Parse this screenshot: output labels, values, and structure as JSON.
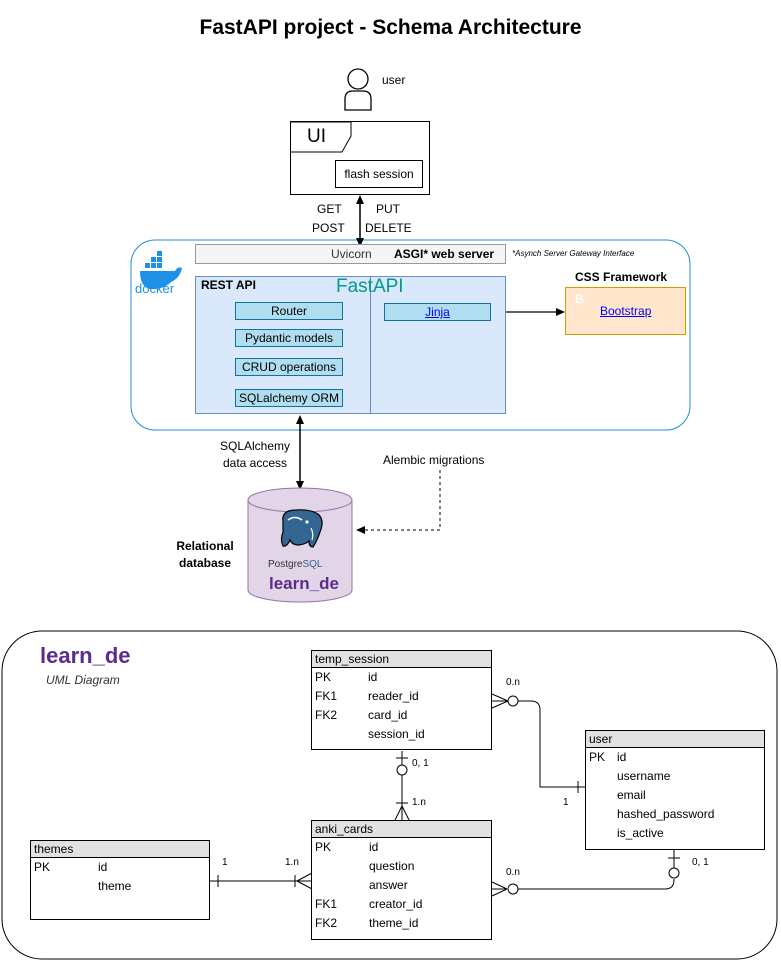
{
  "title": "FastAPI project - Schema Architecture",
  "user_label": "user",
  "ui": {
    "label": "UI",
    "flash": "flash session"
  },
  "http": {
    "get": "GET",
    "post": "POST",
    "put": "PUT",
    "delete": "DELETE"
  },
  "uvicorn": "Uvicorn",
  "asgi": "ASGI* web server",
  "asgi_note": "*Asynch Server Gateway Interface",
  "docker_label": "docker",
  "rest_api": "REST API",
  "fastapi": "FastAPI",
  "components": [
    "Router",
    "Pydantic models",
    "CRUD operations",
    "SQLalchemy ORM"
  ],
  "jinja": "Jinja",
  "css_framework": "CSS Framework",
  "bootstrap": {
    "icon": "B",
    "label": "Bootstrap"
  },
  "sqlalchemy_access": [
    "SQLAlchemy",
    "data access"
  ],
  "alembic": "Alembic migrations",
  "relational": [
    "Relational",
    "database"
  ],
  "postgres": {
    "prefix": "Postgre",
    "suffix": "SQL",
    "db_name": "learn_de"
  },
  "uml": {
    "title": "learn_de",
    "subtitle": "UML Diagram",
    "temp_session": {
      "name": "temp_session",
      "rows": [
        {
          "key": "PK",
          "field": "id"
        },
        {
          "key": "FK1",
          "field": "reader_id"
        },
        {
          "key": "FK2",
          "field": "card_id"
        },
        {
          "key": "",
          "field": "session_id"
        }
      ]
    },
    "user": {
      "name": "user",
      "rows": [
        {
          "key": "PK",
          "field": "id"
        },
        {
          "key": "",
          "field": "username"
        },
        {
          "key": "",
          "field": "email"
        },
        {
          "key": "",
          "field": "hashed_password"
        },
        {
          "key": "",
          "field": "is_active"
        }
      ]
    },
    "anki_cards": {
      "name": "anki_cards",
      "rows": [
        {
          "key": "PK",
          "field": "id"
        },
        {
          "key": "",
          "field": "question"
        },
        {
          "key": "",
          "field": "answer"
        },
        {
          "key": "FK1",
          "field": "creator_id"
        },
        {
          "key": "FK2",
          "field": "theme_id"
        }
      ]
    },
    "themes": {
      "name": "themes",
      "rows": [
        {
          "key": "PK",
          "field": "id"
        },
        {
          "key": "",
          "field": "theme"
        }
      ]
    },
    "cardinalities": {
      "ts_user_many": "0.n",
      "ts_user_one": "1",
      "ts_cards_opt": "0, 1",
      "ts_cards_many": "1.n",
      "themes_one": "1",
      "themes_many": "1.n",
      "cards_user_many": "0.n",
      "cards_user_opt": "0, 1"
    }
  }
}
